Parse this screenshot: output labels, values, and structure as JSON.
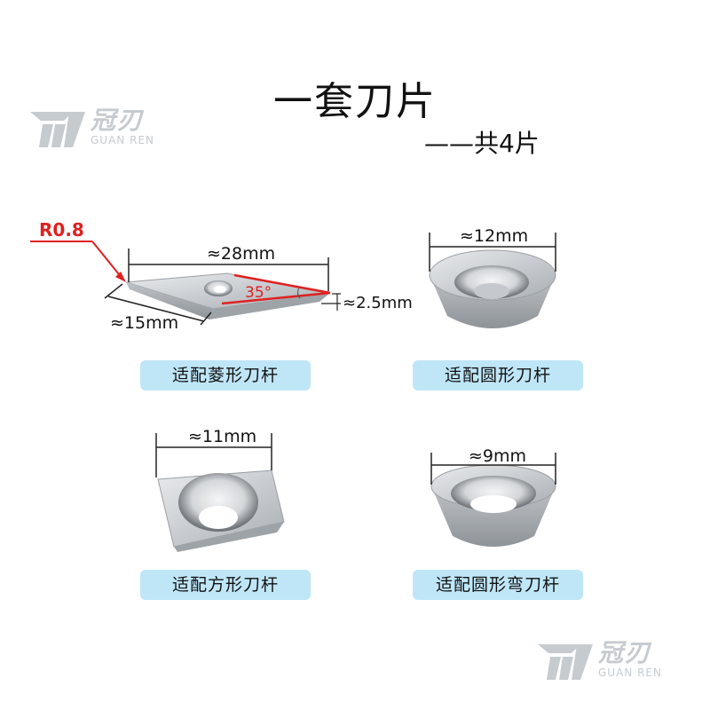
{
  "title": "一套刀片",
  "subtitle": "——共4片",
  "brand": {
    "cn": "冠刃",
    "en": "GUAN REN"
  },
  "diamond": {
    "radius_label": "R0.8",
    "length": "≈28mm",
    "width": "≈15mm",
    "thickness": "≈2.5mm",
    "angle": "35°",
    "caption": "适配菱形刀杆"
  },
  "round12": {
    "size": "≈12mm",
    "caption": "适配圆形刀杆"
  },
  "square": {
    "size": "≈11mm",
    "caption": "适配方形刀杆"
  },
  "round9": {
    "size": "≈9mm",
    "caption": "适配圆形弯刀杆"
  },
  "colors": {
    "caption_bg": "#bfe6f7",
    "accent_red": "#e02020",
    "logo_gray": "#c6cbd0"
  }
}
